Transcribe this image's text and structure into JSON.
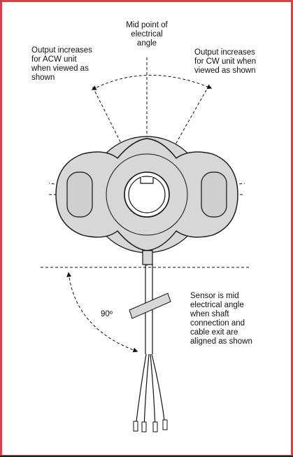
{
  "labels": {
    "mid_point_line1": "Mid point of",
    "mid_point_line2": "electrical",
    "mid_point_line3": "angle",
    "acw_line1": "Output increases",
    "acw_line2": "for ACW unit",
    "acw_line3": "when viewed as",
    "acw_line4": "shown",
    "cw_line1": "Output increases",
    "cw_line2": "for CW unit when",
    "cw_line3": "viewed as shown",
    "angle": "90º",
    "sensor_line1": "Sensor is mid",
    "sensor_line2": "electrical angle",
    "sensor_line3": "when shaft",
    "sensor_line4": "connection and",
    "sensor_line5": "cable exit are",
    "sensor_line6": "aligned as shown"
  },
  "colors": {
    "frame": "#d9404a",
    "body_gray": "#d7d7d7",
    "ink": "#111111"
  }
}
